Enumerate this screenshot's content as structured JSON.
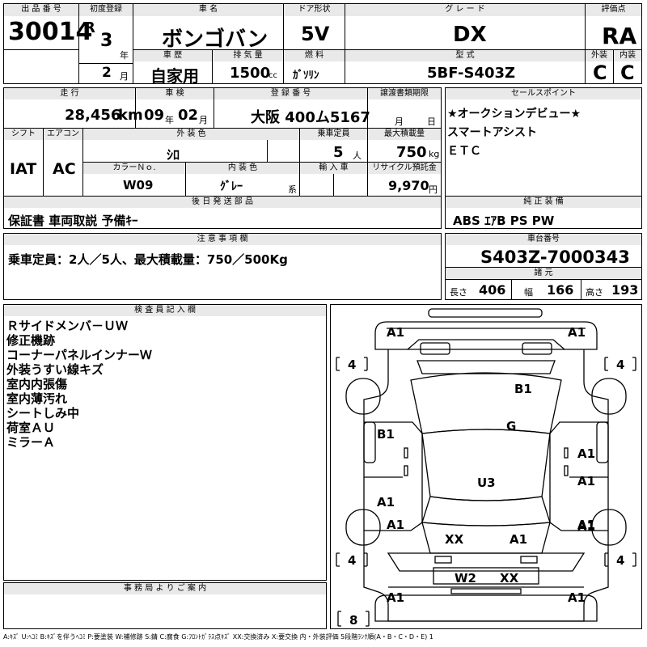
{
  "lot": {
    "label": "出 品 番 号",
    "value": "30014"
  },
  "first_reg": {
    "label": "初度登録",
    "era": "R",
    "year": "3",
    "year_unit": "年",
    "month": "2",
    "month_unit": "月"
  },
  "car_name": {
    "label": "車 名",
    "value": "ボンゴバン"
  },
  "door": {
    "label": "ドア形状",
    "value": "5V"
  },
  "grade": {
    "label": "グ レ ー ド",
    "value": "DX"
  },
  "score": {
    "label": "評価点",
    "value": "RA"
  },
  "history": {
    "label": "車 歴",
    "value": "自家用"
  },
  "displacement": {
    "label": "排 気 量",
    "value": "1500",
    "unit": "cc"
  },
  "fuel": {
    "label": "燃 料",
    "value": "ｶﾞｿﾘﾝ"
  },
  "model": {
    "label": "型 式",
    "value": "5BF-S403Z"
  },
  "exterior_grade": {
    "label": "外装",
    "value": "C"
  },
  "interior_grade": {
    "label": "内装",
    "value": "C"
  },
  "mileage": {
    "label": "走 行",
    "value": "28,456",
    "unit": "km"
  },
  "inspection": {
    "label": "車 検",
    "year": "09",
    "year_unit": "年",
    "month": "02",
    "month_unit": "月"
  },
  "plate": {
    "label": "登 録 番 号",
    "value": "大阪 400ム5167"
  },
  "transfer_deadline": {
    "label": "譲渡書類期限",
    "month_unit": "月",
    "day_unit": "日"
  },
  "shift": {
    "label": "シフト",
    "value": "IAT"
  },
  "aircon": {
    "label": "エアコン",
    "value": "AC"
  },
  "exterior_color": {
    "label": "外 装 色",
    "value": "ｼﾛ"
  },
  "capacity": {
    "label": "乗車定員",
    "value": "5",
    "unit": "人"
  },
  "max_load": {
    "label": "最大積載量",
    "value": "750",
    "unit": "kg"
  },
  "color_no": {
    "label": "カラーＮｏ.",
    "value": "W09"
  },
  "interior_color": {
    "label": "内 装 色",
    "value": "ｸﾞﾚｰ",
    "unit": "系"
  },
  "import": {
    "label": "輸 入 車"
  },
  "recycle": {
    "label": "リサイクル預託金",
    "value": "9,970",
    "unit": "円"
  },
  "sale_points": {
    "label": "セールスポイント",
    "lines": [
      "★オークションデビュー★",
      "スマートアシスト",
      "ＥＴＣ"
    ]
  },
  "later_parts": {
    "label": "後 日 発 送 部 品",
    "value": "保証書 車両取説 予備ｷｰ"
  },
  "genuine_equip": {
    "label": "純 正 装 備",
    "value": "ABS ｴｱB PS PW"
  },
  "notes": {
    "label": "注 意 事 項 欄",
    "value": "乗車定員：2人／5人、最大積載量：750／500Kg"
  },
  "chassis": {
    "label": "車台番号",
    "value": "S403Z-7000343"
  },
  "specs": {
    "label": "諸 元",
    "length_label": "長さ",
    "length": "406",
    "width_label": "幅",
    "width": "166",
    "height_label": "高さ",
    "height": "193"
  },
  "inspector": {
    "label": "検 査 員 記 入 欄",
    "lines": [
      "Ｒサイドメンバ－ＵＷ",
      "修正機跡",
      "コーナーパネルインナーＷ",
      "外装うすい線キズ",
      "室内内張傷",
      "室内薄汚れ",
      "シートしみ中",
      "荷室ＡＵ",
      "ミラーＡ"
    ]
  },
  "office": {
    "label": "事 務 局 よ り ご 案 内"
  },
  "diagram": {
    "marks": [
      "A1",
      "A1",
      "B1",
      "G",
      "B1",
      "A1",
      "A1",
      "U3",
      "A1",
      "A1",
      "A1",
      "A1",
      "XX",
      "A1",
      "W2",
      "XX",
      "A1",
      "A1"
    ],
    "tires": [
      "4",
      "4",
      "4",
      "4",
      "8"
    ]
  },
  "legend": "A:ｷｽﾞ U:ﾍｺﾐ B:ｷｽﾞを伴うﾍｺﾐ P:要塗装 W:補修跡 S:錆 C:腐食 G:ﾌﾛﾝﾄｶﾞﾗｽ点ｷｽﾞ XX:交換済み X:要交換 内・外装評価 5段階ﾗﾝｸ順(A・B・C・D・E) 1"
}
